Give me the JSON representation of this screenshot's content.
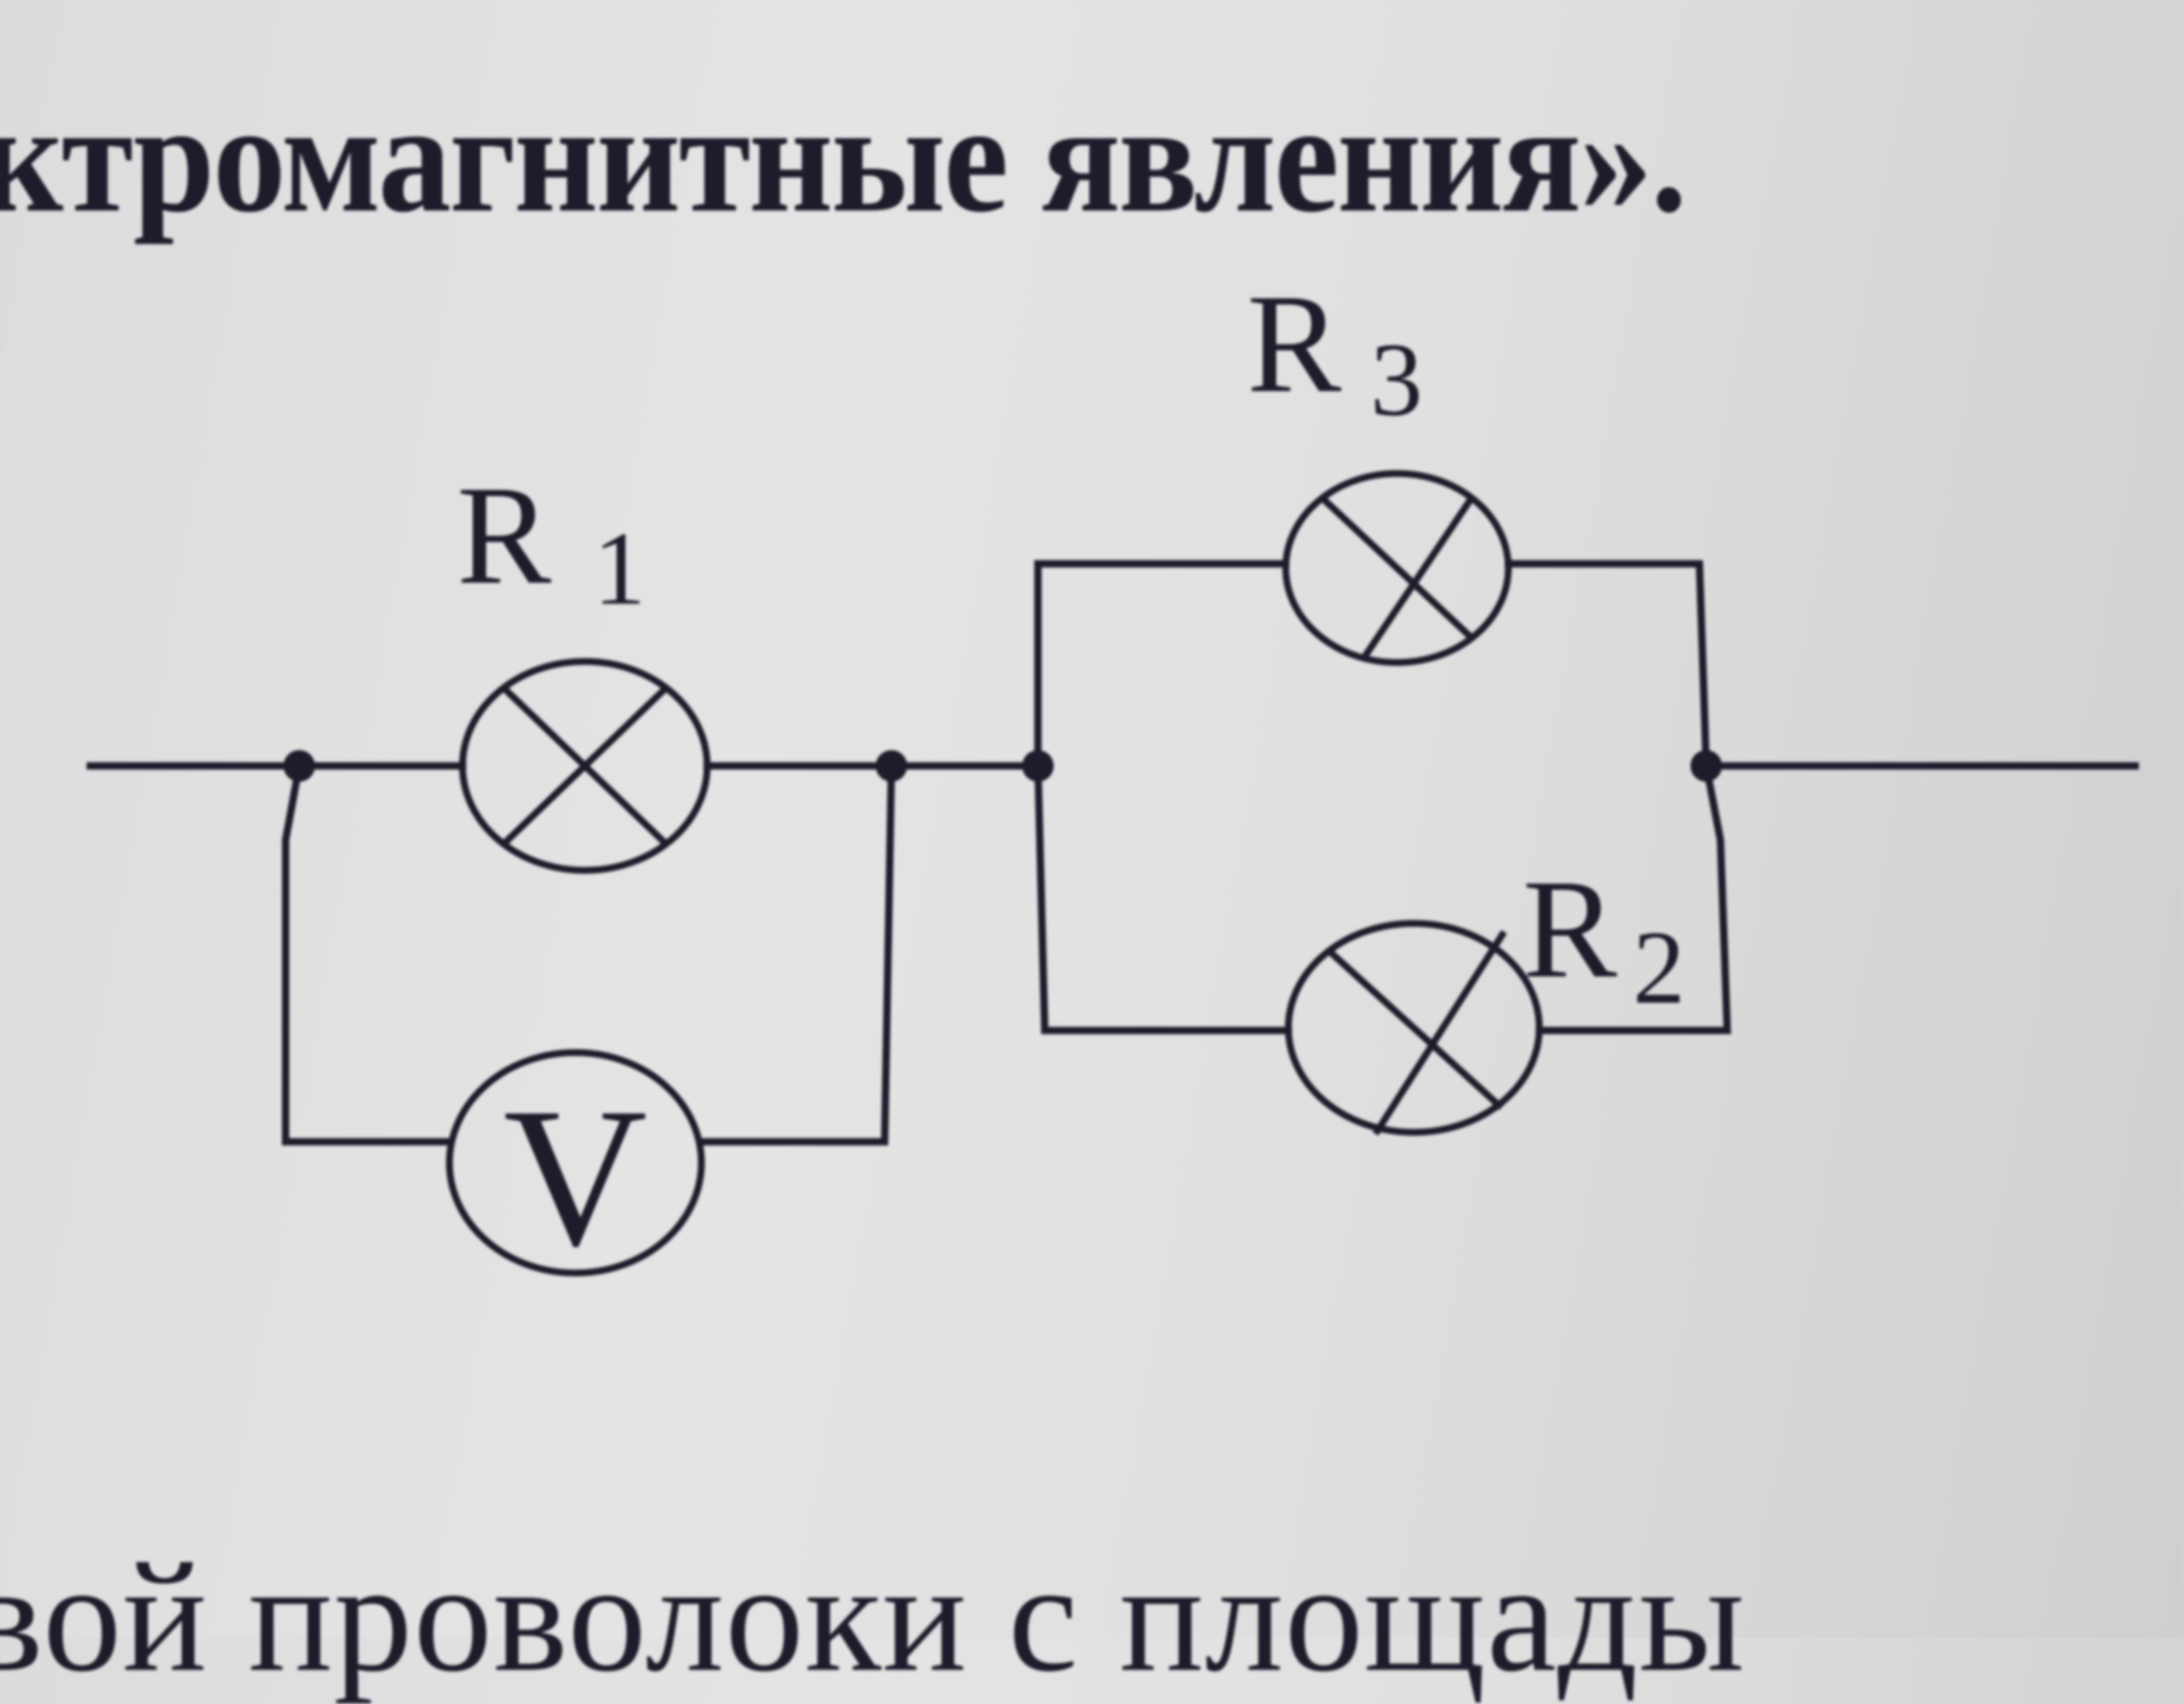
{
  "document": {
    "heading_fragment": "ктромагнитные явления».",
    "footer_fragment": "вой проволоки с площады"
  },
  "circuit": {
    "components": [
      {
        "id": "R1",
        "type": "lamp",
        "label_main": "R",
        "label_sub": "1"
      },
      {
        "id": "R2",
        "type": "lamp",
        "label_main": "R",
        "label_sub": "2"
      },
      {
        "id": "R3",
        "type": "lamp",
        "label_main": "R",
        "label_sub": "3"
      },
      {
        "id": "V",
        "type": "voltmeter",
        "symbol": "V"
      }
    ],
    "topology": "Voltmeter V connected in parallel with lamp R1; this group in series with parallel combination of lamps R3 and R2"
  }
}
